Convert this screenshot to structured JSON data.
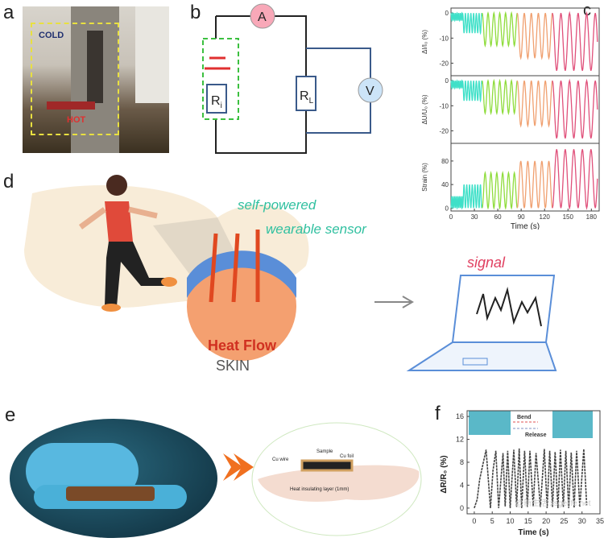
{
  "panels": {
    "a": {
      "label": "a",
      "cold": "COLD",
      "hot": "HOT"
    },
    "b": {
      "label": "b",
      "ammeter": "A",
      "voltmeter": "V",
      "ri": "R",
      "ri_sub": "i",
      "rl": "R",
      "rl_sub": "L"
    },
    "c": {
      "label": "c"
    },
    "d": {
      "label": "d",
      "title_line1": "self-powered",
      "title_line2": "wearable sensor",
      "heat_flow": "Heat Flow",
      "skin": "SKIN",
      "signal": "signal"
    },
    "e": {
      "label": "e",
      "cu_wire": "Cu wire",
      "sample": "Sample",
      "cu_foil": "Cu foil",
      "layer": "Heat insulating layer (1mm)"
    },
    "f": {
      "label": "f",
      "bend": "Bend",
      "release": "Release"
    }
  },
  "watermark": "@新生活 xsgelife.net",
  "colors": {
    "cyan": "#3fe0c8",
    "green": "#8fdc3c",
    "orange": "#f0a070",
    "pink": "#e0507a",
    "circuit_red": "#e03030",
    "circuit_dash": "#3cc040"
  },
  "chart_data": [
    {
      "type": "line",
      "panel": "c",
      "xlabel": "Time (s)",
      "xlim": [
        0,
        190
      ],
      "xticks": [
        "0",
        "30",
        "60",
        "90",
        "120",
        "150",
        "180"
      ],
      "segments": [
        {
          "t": [
            0,
            15
          ],
          "period": 2,
          "strain": 20,
          "dI": -3,
          "dU": -3,
          "color": "#3fe0c8"
        },
        {
          "t": [
            15,
            40
          ],
          "period": 3.5,
          "strain": 40,
          "dI": -8,
          "dU": -8,
          "color": "#3fe0c8"
        },
        {
          "t": [
            40,
            85
          ],
          "period": 7.5,
          "strain": 60,
          "dI": -13,
          "dU": -13,
          "color": "#8fdc3c"
        },
        {
          "t": [
            85,
            130
          ],
          "period": 9,
          "strain": 80,
          "dI": -18,
          "dU": -18,
          "color": "#f0a070"
        },
        {
          "t": [
            130,
            188
          ],
          "period": 11,
          "strain": 100,
          "dI": -23,
          "dU": -23,
          "color": "#e0507a"
        }
      ],
      "subplots": [
        {
          "key": "dI",
          "ylabel": "ΔI/I₀ (%)",
          "ylim": [
            -25,
            2
          ],
          "yticks": [
            "0",
            "-10",
            "-20"
          ]
        },
        {
          "key": "dU",
          "ylabel": "ΔU/U₀ (%)",
          "ylim": [
            -25,
            2
          ],
          "yticks": [
            "0",
            "-10",
            "-20"
          ]
        },
        {
          "key": "strain",
          "ylabel": "Strain (%)",
          "ylim": [
            -5,
            110
          ],
          "yticks": [
            "0",
            "40",
            "80"
          ]
        }
      ]
    },
    {
      "type": "line",
      "panel": "f",
      "xlabel": "Time (s)",
      "ylabel": "ΔR/R₀ (%)",
      "xlim": [
        -2,
        35
      ],
      "ylim": [
        -1,
        17
      ],
      "xticks": [
        "0",
        "5",
        "10",
        "15",
        "20",
        "25",
        "30",
        "35"
      ],
      "yticks": [
        "0",
        "4",
        "8",
        "12",
        "16"
      ],
      "x": [
        0,
        0.8,
        1.5,
        3.3,
        4.5,
        5.2,
        6,
        6.8,
        8,
        8.6,
        9.3,
        10,
        11,
        11.8,
        12.5,
        13.2,
        14,
        14.8,
        15.5,
        16.4,
        17.2,
        18.4,
        19.5,
        20.3,
        21,
        21.8,
        22.5,
        23.3,
        24,
        24.8,
        25.5,
        26.3,
        27,
        27.8,
        28.5,
        29.4,
        30.5,
        31.3
      ],
      "y": [
        0,
        1.5,
        5,
        10.2,
        0,
        6.5,
        10,
        0,
        9.6,
        0.3,
        10,
        0,
        10.2,
        0.2,
        10.4,
        0,
        10,
        0.2,
        10,
        0.3,
        9.6,
        0.2,
        10.3,
        0,
        10,
        0.2,
        9.8,
        0,
        10.2,
        0.2,
        10,
        0,
        9.7,
        0.1,
        10,
        0.2,
        10.3,
        0.5
      ]
    }
  ]
}
